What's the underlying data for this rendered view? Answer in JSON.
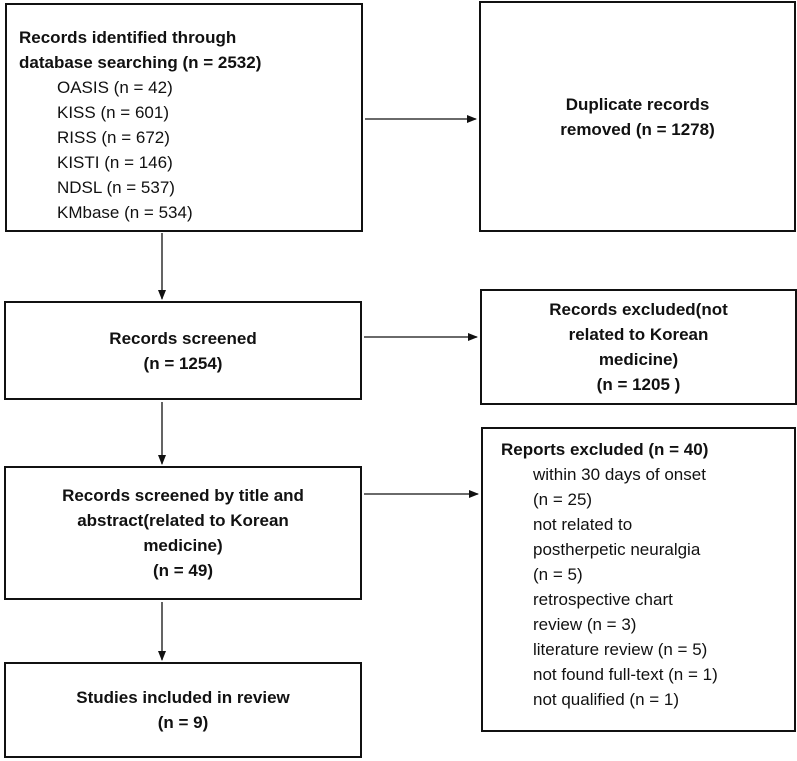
{
  "identification": {
    "title_line1": "Records identified through",
    "title_line2": "database searching (n = 2532)",
    "sources": [
      "OASIS (n = 42)",
      "KISS (n = 601)",
      "RISS (n = 672)",
      "KISTI (n = 146)",
      "NDSL (n = 537)",
      "KMbase (n = 534)"
    ]
  },
  "duplicates": {
    "line1": "Duplicate records",
    "line2": "removed (n = 1278)"
  },
  "screened": {
    "line1": "Records screened",
    "line2": "(n = 1254)"
  },
  "excluded_records": {
    "line1": "Records excluded(not",
    "line2": "related to Korean",
    "line3": "medicine)",
    "line4": "(n = 1205 )"
  },
  "title_abstract": {
    "line1": "Records screened by title and",
    "line2": "abstract(related to Korean",
    "line3": "medicine)",
    "line4": "(n = 49)"
  },
  "reports_excluded": {
    "title": "Reports excluded (n = 40)",
    "lines": [
      "within 30 days of onset",
      "(n = 25)",
      "not related to",
      "postherpetic neuralgia",
      "(n = 5)",
      "retrospective chart",
      "review (n = 3)",
      "literature review (n = 5)",
      "not found full-text (n = 1)",
      "not qualified (n = 1)"
    ]
  },
  "included": {
    "line1": "Studies included in review",
    "line2": "(n = 9)"
  }
}
